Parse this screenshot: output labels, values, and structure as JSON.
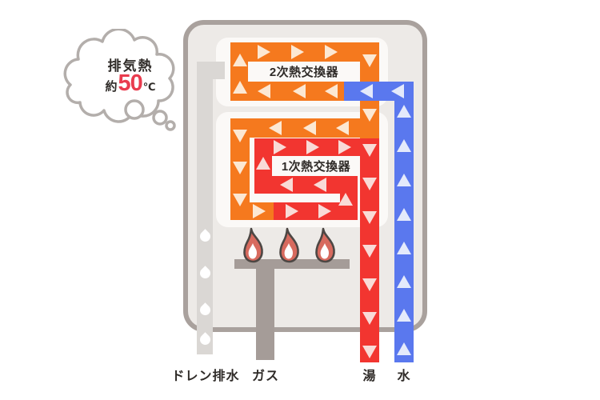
{
  "exhaust_cloud": {
    "line1": "排気熱",
    "approx_prefix": "約",
    "temperature": "50",
    "unit": "℃"
  },
  "exchangers": {
    "secondary_label": "2次熱交換器",
    "primary_label": "1次熱交換器"
  },
  "pipe_labels": {
    "drain": "ドレン排水",
    "gas": "ガス",
    "hot_water": "湯",
    "cold_water": "水"
  },
  "icons": {
    "flow_arrow": "triangle",
    "water_drop": "teardrop",
    "flame": "flame"
  },
  "colors": {
    "orange_pipe": "#f5791e",
    "red_pipe": "#f23530",
    "blue_pipe": "#5a78ee",
    "arrow_on_orange": "#fce8d3",
    "arrow_on_red": "#f9dbd7",
    "arrow_on_blue": "#e4eafb",
    "body_fill": "#edeae7",
    "body_border": "#a9a19d",
    "panel_fill": "#fbf9f7",
    "drain_pipe": "#dad7d4",
    "metal_gray": "#a59c98",
    "flame_fill": "#d76a5e",
    "flame_outline": "#4d4744",
    "temp_red": "#e93c4e",
    "cloud_outline": "#b3aeab",
    "text_dark": "#2f2b28",
    "white": "#ffffff"
  }
}
